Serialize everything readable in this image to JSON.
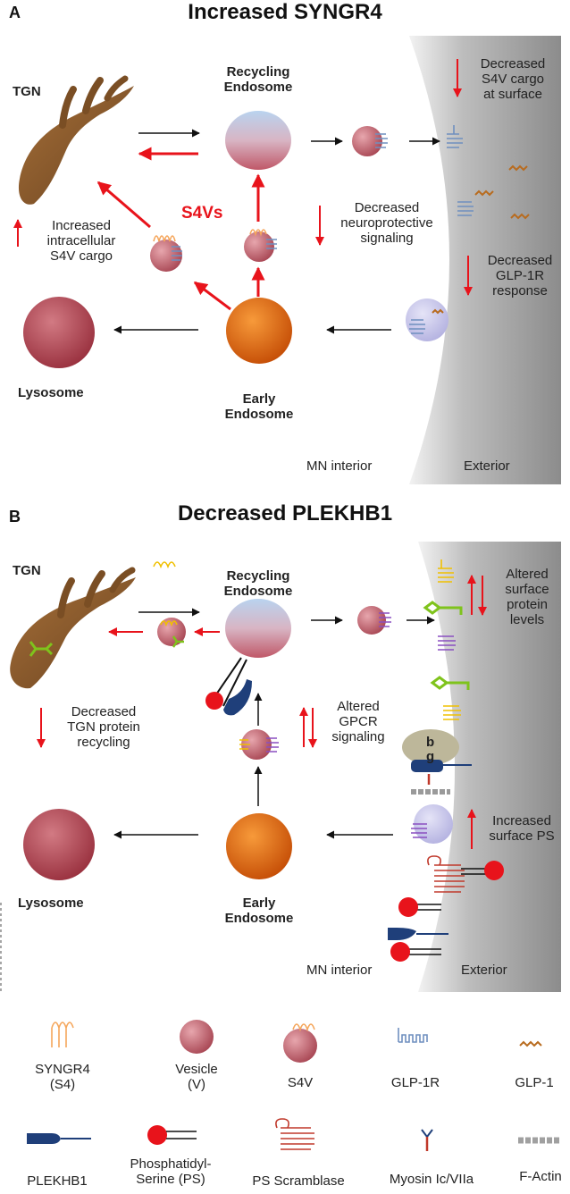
{
  "panel_a": {
    "letter": "A",
    "title": "Increased SYNGR4",
    "tgn": "TGN",
    "recycling_endosome": [
      "Recycling",
      "Endosome"
    ],
    "early_endosome": [
      "Early",
      "Endosome"
    ],
    "lysosome": "Lysosome",
    "s4vs": "S4Vs",
    "increased_cargo": [
      "Increased",
      "intracellular",
      "S4V cargo"
    ],
    "decreased_surface": [
      "Decreased",
      "S4V cargo",
      "at surface"
    ],
    "decreased_neuro": [
      "Decreased",
      "neuroprotective",
      "signaling"
    ],
    "decreased_glp": [
      "Decreased",
      "GLP-1R",
      "response"
    ],
    "mn_interior": "MN interior",
    "exterior": "Exterior"
  },
  "panel_b": {
    "letter": "B",
    "title": "Decreased PLEKHB1",
    "tgn": "TGN",
    "recycling_endosome": [
      "Recycling",
      "Endosome"
    ],
    "early_endosome": [
      "Early",
      "Endosome"
    ],
    "lysosome": "Lysosome",
    "decreased_tgn": [
      "Decreased",
      "TGN  protein",
      "recycling"
    ],
    "altered_gpcr": [
      "Altered",
      "GPCR",
      "signaling"
    ],
    "altered_surface": [
      "Altered",
      "surface",
      "protein",
      "levels"
    ],
    "increased_ps": [
      "Increased",
      "surface PS"
    ],
    "beta": "b",
    "gamma": "g",
    "mn_interior": "MN interior",
    "exterior": "Exterior"
  },
  "legend": {
    "syngr4": [
      "SYNGR4",
      "(S4)"
    ],
    "vesicle": [
      "Vesicle",
      "(V)"
    ],
    "s4v": "S4V",
    "glp1r": "GLP-1R",
    "glp1": "GLP-1",
    "plekhb1": "PLEKHB1",
    "ps": [
      "Phosphatidyl-",
      "Serine (PS)"
    ],
    "scramblase": "PS Scramblase",
    "myosin": "Myosin Ic/VIIa",
    "factin": "F-Actin"
  },
  "colors": {
    "red_arrow": "#e8131b",
    "black_arrow": "#111111",
    "membrane": "#9a9a9a",
    "syngr4": "#f5a65b",
    "glp1r": "#6f8fbf",
    "gpcr_purple": "#8a4fc0",
    "green_protein": "#7fc31c",
    "plekhb1": "#1f3f7a",
    "ps_head": "#e8131b",
    "vesicle": "#c0646e",
    "early_endosome": "#e5620a",
    "lysosome": "#b24450",
    "tgn": "#8b5a2b"
  }
}
